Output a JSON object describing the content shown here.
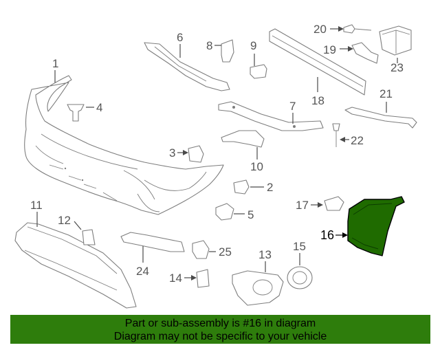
{
  "diagram": {
    "callouts": {
      "c1": "1",
      "c2": "2",
      "c3": "3",
      "c4": "4",
      "c5": "5",
      "c6": "6",
      "c7": "7",
      "c8": "8",
      "c9": "9",
      "c10": "10",
      "c11": "11",
      "c12": "12",
      "c13": "13",
      "c14": "14",
      "c15": "15",
      "c16": "16",
      "c17": "17",
      "c18": "18",
      "c19": "19",
      "c20": "20",
      "c21": "21",
      "c22": "22",
      "c23": "23",
      "c24": "24",
      "c25": "25"
    },
    "highlighted_part": "16",
    "highlight_color": "#1f6b00"
  },
  "banner": {
    "line1": "Part or sub-assembly is #16 in diagram",
    "line2": "Diagram may not be specific to your vehicle",
    "color": "#2e7d0c"
  }
}
